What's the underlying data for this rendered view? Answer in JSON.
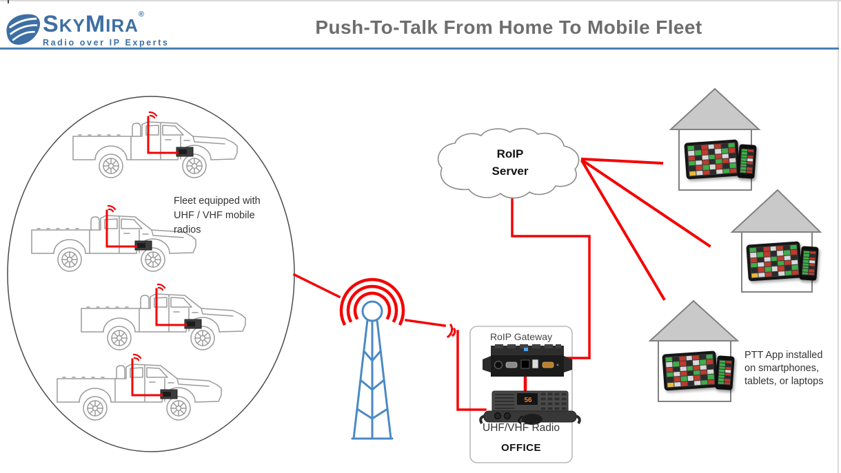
{
  "header": {
    "logo": {
      "parts": [
        "S",
        "KY",
        "M",
        "IRA"
      ],
      "registered": "®",
      "tagline": "Radio over IP Experts"
    },
    "title": "Push-To-Talk From Home To Mobile Fleet"
  },
  "diagram": {
    "fleet_label": "Fleet equipped with\nUHF / VHF mobile\nradios",
    "cloud_label": "RoIP\nServer",
    "office": {
      "gateway_label": "RoIP Gateway",
      "radio_label": "UHF/VHF Radio",
      "office_label": "OFFICE",
      "radio_display": "56"
    },
    "ptt_label": "PTT App installed\non smartphones,\ntablets, or laptops",
    "truck_count": 4,
    "house_count": 3
  },
  "colors": {
    "brand_blue": "#3d6fa3",
    "rule_blue": "#4a7fb5",
    "title_gray": "#6e6e6e",
    "accent_red": "#f40202",
    "tower_blue": "#4a89c4",
    "truck_gray": "#9a9a9a",
    "outline_gray": "#808080",
    "roof_fill": "#c9c9c9",
    "text_dark": "#333333",
    "app_green": "#3fae49",
    "app_red": "#c03a2e",
    "app_light": "#d9d9d9",
    "app_dark": "#2b2b2b",
    "app_yellow": "#e8b93a"
  },
  "devices": {
    "tablet_rows": [
      "gdrlrdg",
      "lgrdlgr",
      "rdlgrld",
      "glrdgrl",
      "drglrdg",
      "ylrdlgr"
    ],
    "phone_rows": [
      "gr",
      "gd",
      "gr",
      "gl",
      "gr",
      "gd",
      "gr",
      "gr"
    ]
  }
}
